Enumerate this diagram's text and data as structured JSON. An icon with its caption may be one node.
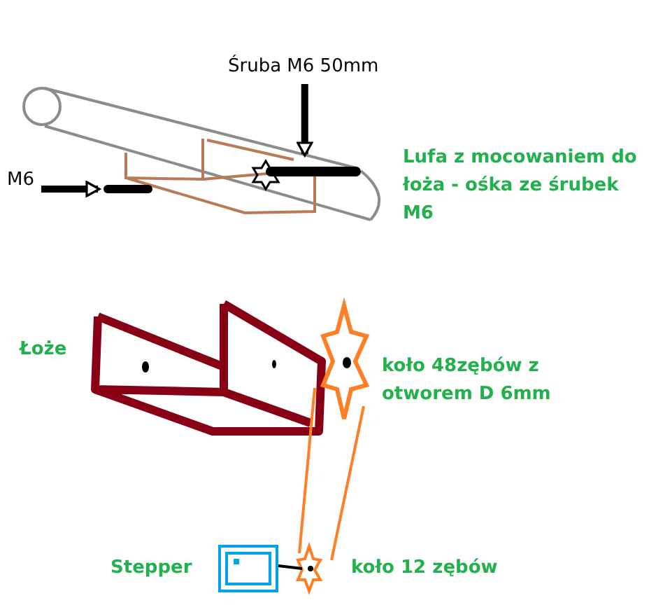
{
  "diagram": {
    "nodes": [
      {
        "text": [
          "Śruba M6 50mm"
        ]
      },
      {
        "text": [],
        "shape": "bar"
      },
      {
        "text": [
          "M6"
        ]
      },
      {
        "text": [],
        "shape": "bar"
      }
    ],
    "edges": [
      {
        "from": 0,
        "to": 1,
        "arrow": "to"
      },
      {
        "from": 2,
        "to": 3,
        "arrow": "to"
      }
    ],
    "labels": [
      "Lufa z mocowaniem do łoża - ośka ze śrubek M6",
      "Łoże",
      "koło 48zębów z otworem D 6mm",
      "Stepper",
      "koło 12 zębów"
    ]
  }
}
